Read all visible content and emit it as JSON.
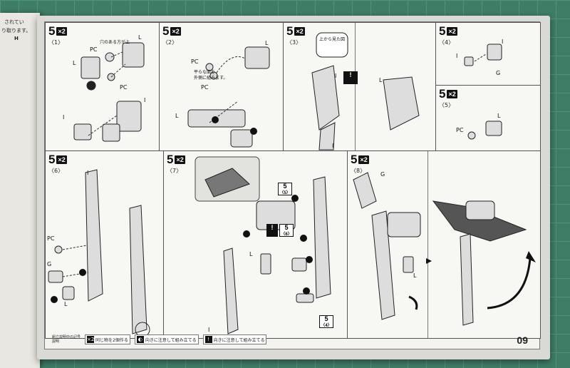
{
  "left_page": {
    "lines": [
      "されてい",
      "り取ります。",
      "H"
    ]
  },
  "step_number": "5",
  "multiplier": "×2",
  "panels": {
    "p1": {
      "sub": "〈1〉",
      "labels": [
        "PC",
        "穴のある方が上",
        "L",
        "L",
        "PC",
        "I",
        "I"
      ]
    },
    "p2": {
      "sub": "〈2〉",
      "labels": [
        "PC",
        "L",
        "平らな面を",
        "外側に組みます。",
        "PC",
        "L"
      ]
    },
    "p3": {
      "sub": "〈3〉",
      "labels": [
        "上から見た図",
        "I",
        "L",
        "I"
      ]
    },
    "p4": {
      "sub": "〈4〉",
      "labels": [
        "I",
        "I",
        "G"
      ]
    },
    "p5": {
      "sub": "〈5〉",
      "labels": [
        "PC",
        "L"
      ]
    },
    "p6": {
      "sub": "〈6〉",
      "labels": [
        "I",
        "PC",
        "G",
        "L"
      ]
    },
    "p7": {
      "sub": "〈7〉",
      "labels": [
        "L",
        "I"
      ],
      "refs": [
        "5",
        "〈5〉",
        "5",
        "〈6〉",
        "5",
        "〈4〉"
      ]
    },
    "p8": {
      "sub": "〈8〉",
      "labels": [
        "G",
        "L"
      ]
    }
  },
  "legend": [
    {
      "icon": "×2",
      "text": "同じ物を2個作る"
    },
    {
      "icon": "◐",
      "text": "向きに注意して組み立てる"
    },
    {
      "icon": "!",
      "text": "向きに注意して組み立てる"
    }
  ],
  "legend_head": "組立説明中の記号説明",
  "page_number": "09"
}
